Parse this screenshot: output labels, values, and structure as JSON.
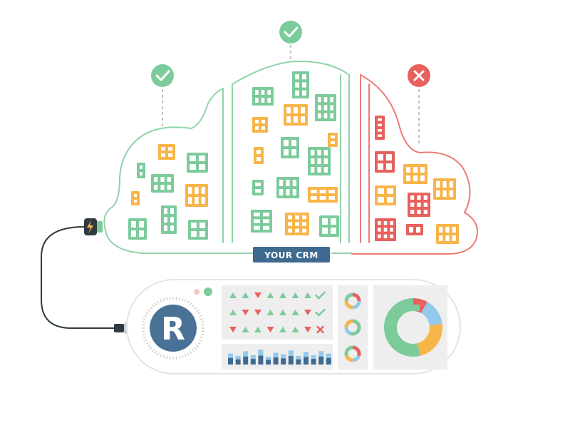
{
  "crm_label": "YOUR CRM",
  "logo_letter": "R",
  "colors": {
    "green": "#7ccb9b",
    "green_line": "#8fd3a8",
    "orange": "#f8b54a",
    "red": "#e8615c",
    "red_line": "#ef7a75",
    "blue": "#93c9ea",
    "navy": "#3e6a90",
    "dark": "#2f3a40",
    "panel": "#eeeeee",
    "outline": "#e4e4e4",
    "logo_bg": "#4a7296"
  },
  "status_icons": [
    {
      "name": "status-check-icon-left",
      "type": "check"
    },
    {
      "name": "status-check-icon-center",
      "type": "check"
    },
    {
      "name": "status-cross-icon-right",
      "type": "cross"
    }
  ],
  "indicator_grid": [
    [
      "up",
      "up",
      "down",
      "up",
      "up",
      "up",
      "up",
      "check"
    ],
    [
      "up",
      "down",
      "down",
      "up",
      "up",
      "up",
      "down",
      "check"
    ],
    [
      "down",
      "up",
      "up",
      "down",
      "up",
      "up",
      "down",
      "cross"
    ]
  ],
  "bar_levels": [
    0.7,
    0.55,
    0.85,
    0.6,
    0.95,
    0.5,
    0.75,
    0.65,
    0.9,
    0.55,
    0.8,
    0.6,
    0.85,
    0.7
  ],
  "big_donut": [
    {
      "color": "#e8615c",
      "value": 0.08
    },
    {
      "color": "#93c9ea",
      "value": 0.15
    },
    {
      "color": "#f8b54a",
      "value": 0.23
    },
    {
      "color": "#7ccb9b",
      "value": 0.54
    }
  ],
  "small_donuts": [
    [
      {
        "color": "#e8615c",
        "value": 0.25
      },
      {
        "color": "#93c9ea",
        "value": 0.25
      },
      {
        "color": "#f8b54a",
        "value": 0.25
      },
      {
        "color": "#7ccb9b",
        "value": 0.25
      }
    ],
    [
      {
        "color": "#7ccb9b",
        "value": 0.55
      },
      {
        "color": "#93c9ea",
        "value": 0.2
      },
      {
        "color": "#f8b54a",
        "value": 0.25
      }
    ],
    [
      {
        "color": "#e8615c",
        "value": 0.3
      },
      {
        "color": "#93c9ea",
        "value": 0.2
      },
      {
        "color": "#f8b54a",
        "value": 0.2
      },
      {
        "color": "#7ccb9b",
        "value": 0.3
      }
    ]
  ]
}
